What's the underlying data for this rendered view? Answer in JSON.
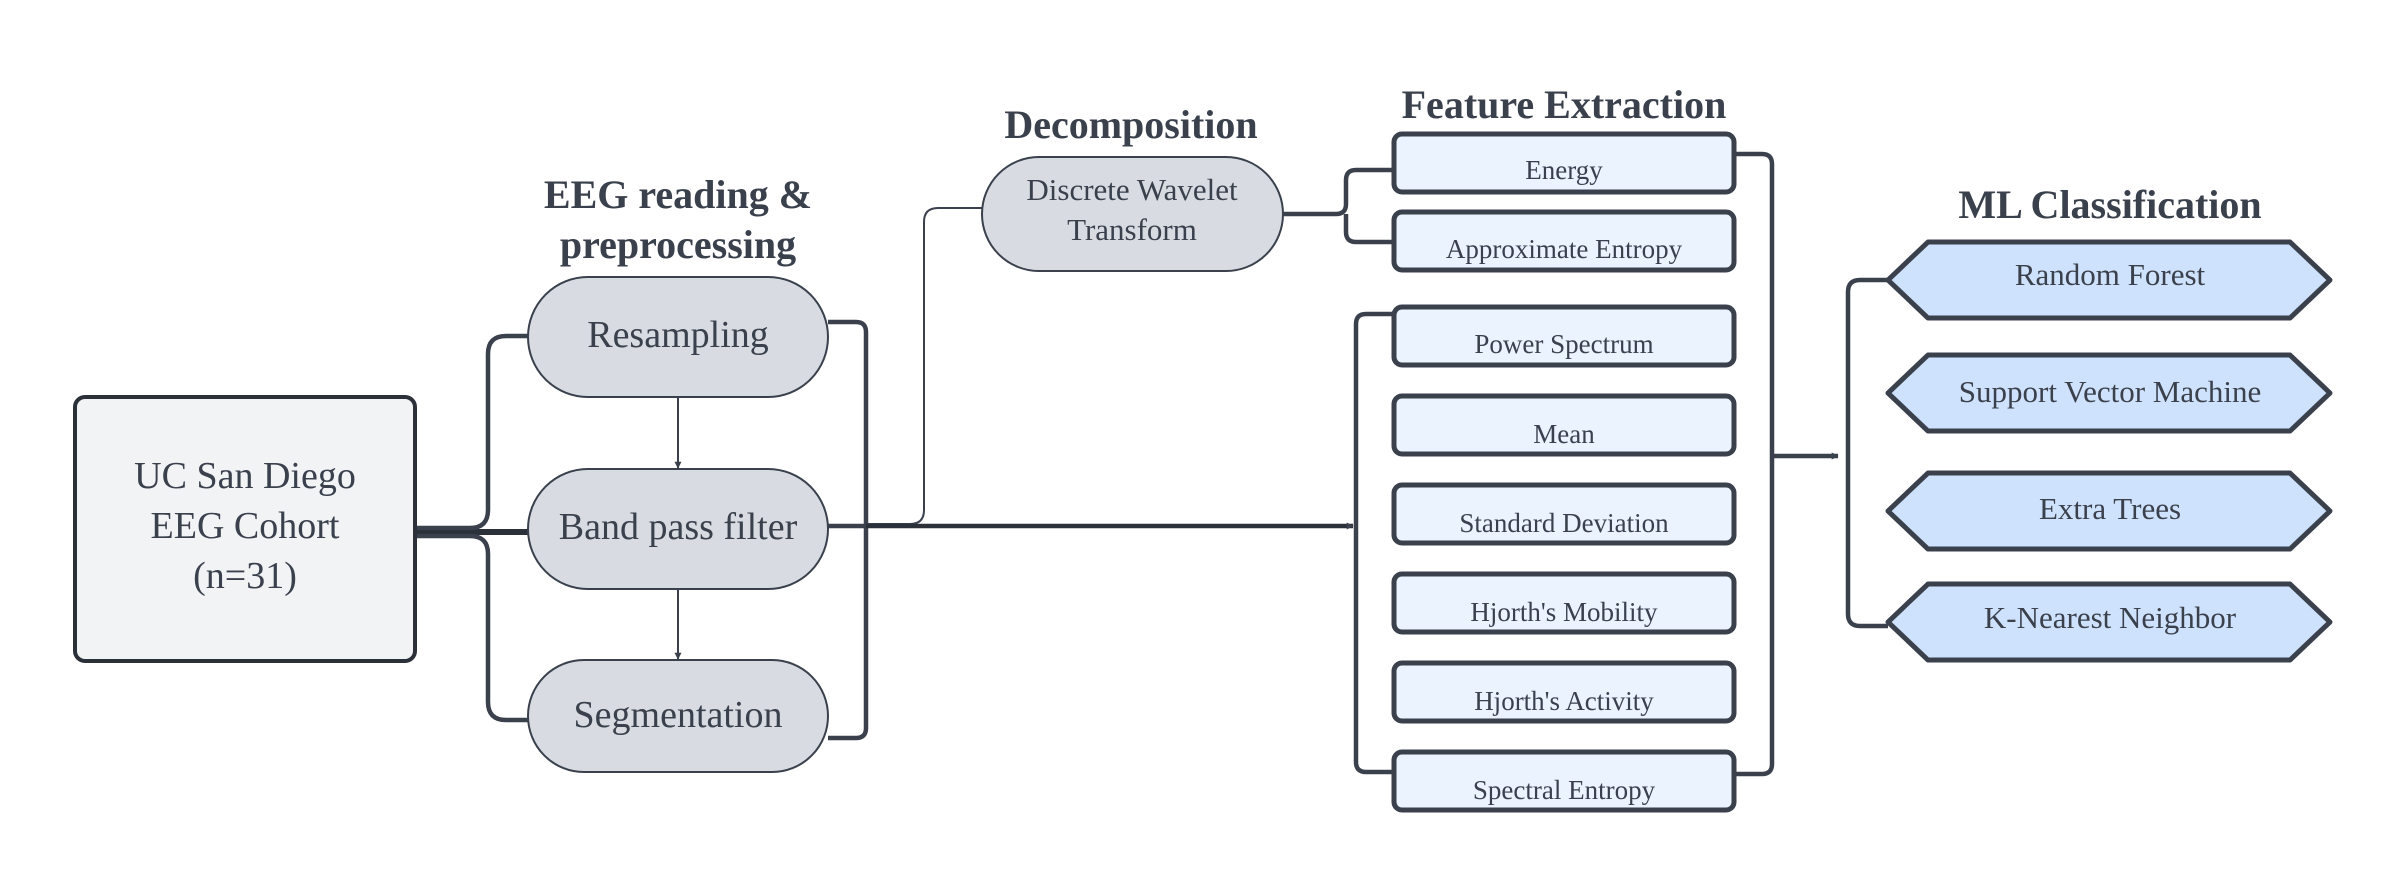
{
  "sections": {
    "eeg": {
      "line1": "EEG reading &",
      "line2": "preprocessing"
    },
    "decomposition": "Decomposition",
    "feature_extraction": "Feature Extraction",
    "ml": "ML Classification"
  },
  "source": {
    "line1": "UC San Diego",
    "line2": "EEG Cohort",
    "line3": "(n=31)"
  },
  "preprocessing": {
    "resampling": "Resampling",
    "bandpass": "Band pass filter",
    "segmentation": "Segmentation"
  },
  "dwt": {
    "line1": "Discrete Wavelet",
    "line2": "Transform"
  },
  "features": {
    "energy": "Energy",
    "approx_entropy": "Approximate Entropy",
    "power_spectrum": "Power Spectrum",
    "mean": "Mean",
    "std": "Standard Deviation",
    "hjorth_mobility": "Hjorth's Mobility",
    "hjorth_activity": "Hjorth's Activity",
    "spectral_entropy": "Spectral Entropy"
  },
  "classifiers": {
    "rf": "Random Forest",
    "svm": "Support Vector Machine",
    "et": "Extra Trees",
    "knn": "K-Nearest Neighbor"
  },
  "colors": {
    "stroke": "#3a414d",
    "source_fill": "#f2f3f5",
    "process_fill": "#d8dce2",
    "feature_fill": "#eaf3ff",
    "classifier_fill": "#cfe2fd"
  }
}
